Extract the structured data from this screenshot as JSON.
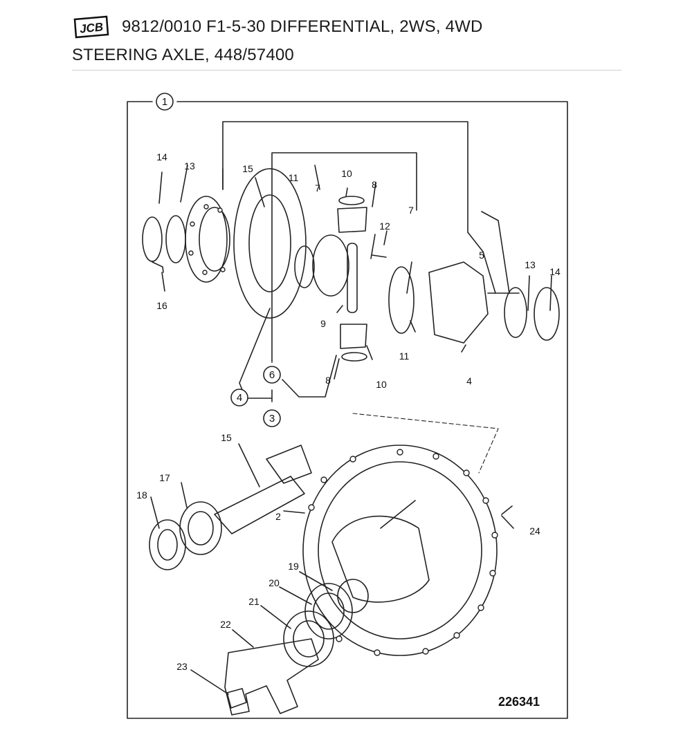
{
  "header": {
    "logo_text": "JCB",
    "title_line1": "9812/0010 F1-5-30 DIFFERENTIAL, 2WS, 4WD",
    "title_line2": "STEERING AXLE, 448/57400"
  },
  "diagram": {
    "drawing_number": "226341",
    "circled_refs": [
      "1",
      "3",
      "4",
      "6"
    ],
    "callouts": [
      "14",
      "13",
      "15",
      "11",
      "7",
      "10",
      "8",
      "12",
      "7",
      "5",
      "13",
      "14",
      "16",
      "9",
      "11",
      "4",
      "8",
      "10",
      "15",
      "17",
      "18",
      "2",
      "24",
      "19",
      "20",
      "21",
      "22",
      "23"
    ]
  }
}
